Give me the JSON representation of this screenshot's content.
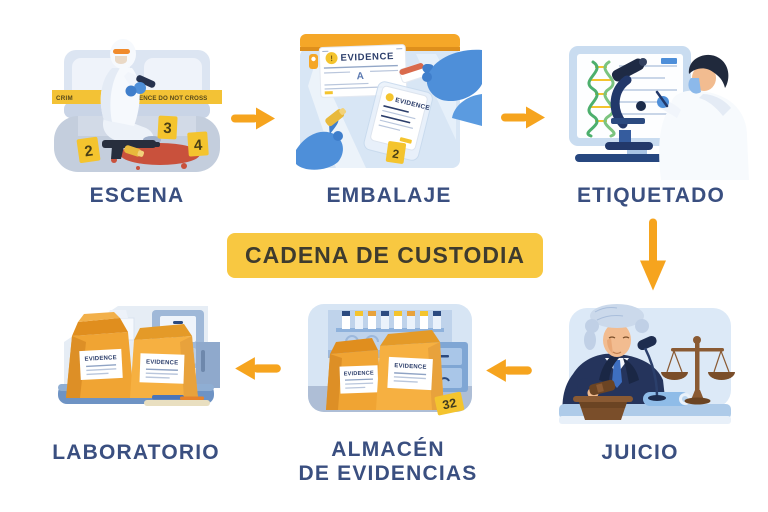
{
  "banner": {
    "title": "CADENA DE CUSTODIA"
  },
  "steps": {
    "escena": {
      "label": "ESCENA",
      "tape_left": "CRIM",
      "tape_right": "ENCE DO NOT CROSS",
      "marker2": "2",
      "marker3": "3",
      "marker4": "4"
    },
    "embalaje": {
      "label": "EMBALAJE",
      "bag_card_title": "EVIDENCE",
      "bag_card_icon": "!",
      "bag_card_monogram": "A",
      "small_card_title": "EVIDENCE",
      "small_card_icon": "!",
      "tag": "2"
    },
    "etiquetado": {
      "label": "ETIQUETADO"
    },
    "juicio": {
      "label": "JUICIO"
    },
    "almacen": {
      "label_line1": "ALMACÉN",
      "label_line2": "DE EVIDENCIAS",
      "bag1_label": "EVIDENCE",
      "bag2_label": "EVIDENCE",
      "tag": "32"
    },
    "laboratorio": {
      "label": "LABORATORIO",
      "bag1_label": "EVIDENCE",
      "bag2_label": "EVIDENCE"
    }
  },
  "flow_arrows": [
    {
      "from": "ESCENA",
      "to": "EMBALAJE",
      "direction": "right"
    },
    {
      "from": "EMBALAJE",
      "to": "ETIQUETADO",
      "direction": "right"
    },
    {
      "from": "ETIQUETADO",
      "to": "JUICIO",
      "direction": "down"
    },
    {
      "from": "JUICIO",
      "to": "ALMACÉN DE EVIDENCIAS",
      "direction": "left"
    },
    {
      "from": "ALMACÉN DE EVIDENCIAS",
      "to": "LABORATORIO",
      "direction": "left"
    }
  ],
  "colors": {
    "background": "#FFFFFF",
    "banner_bg": "#F8C841",
    "banner_text": "#3E3B2E",
    "arrow_orange": "#F6A41E",
    "step_label": "#3A4F80",
    "evidence_bag_orange": "#F0A433",
    "tape_yellow": "#F3C235"
  }
}
